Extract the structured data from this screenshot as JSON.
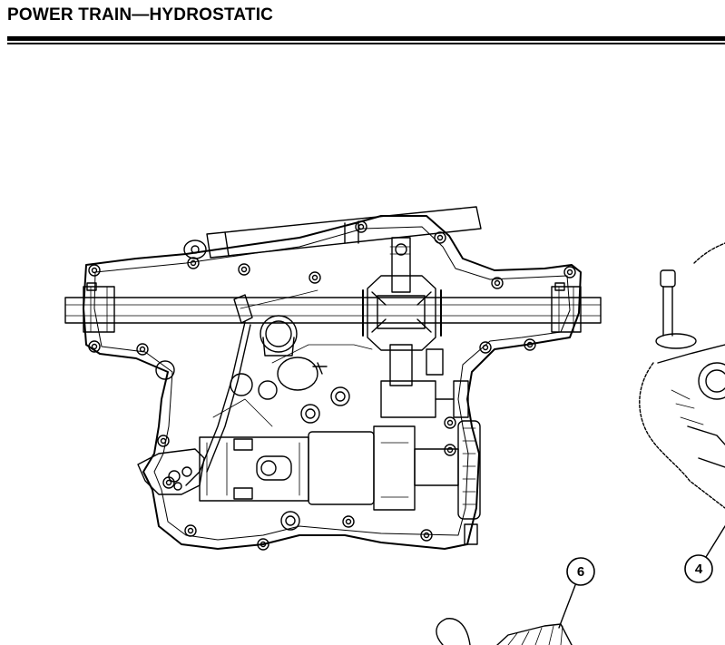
{
  "header": {
    "title": "POWER TRAIN—HYDROSTATIC"
  },
  "callouts": [
    {
      "id": "callout-6",
      "label": "6"
    },
    {
      "id": "callout-4",
      "label": "4"
    }
  ]
}
